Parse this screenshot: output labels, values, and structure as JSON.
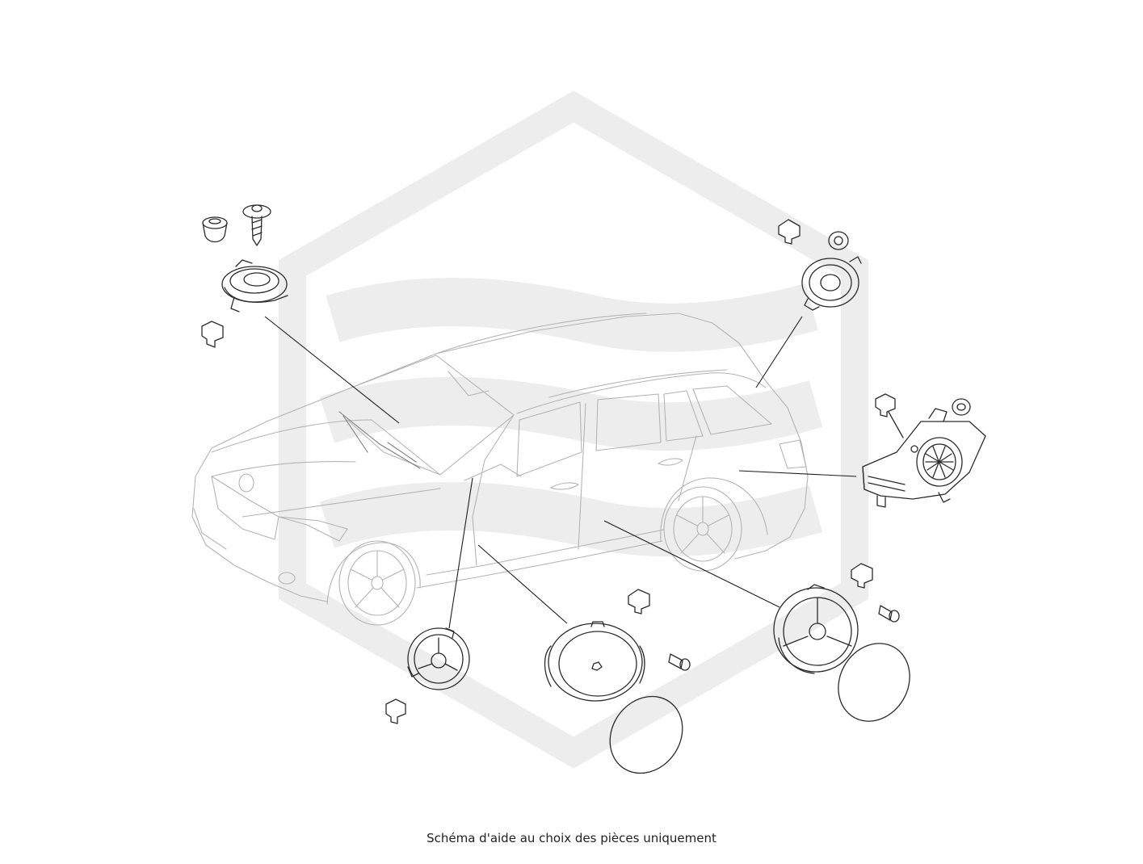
{
  "caption": "Schéma d'aide au choix des pièces uniquement",
  "colors": {
    "watermark": "#ededed",
    "lines": "#2b2b2b",
    "vehicle_outline": "#b4b4b4"
  },
  "parts": [
    {
      "id": "front-dash-tweeter"
    },
    {
      "id": "rear-pillar-tweeter"
    },
    {
      "id": "rear-subwoofer-module"
    },
    {
      "id": "front-door-midrange"
    },
    {
      "id": "front-door-woofer"
    },
    {
      "id": "rear-door-woofer"
    }
  ]
}
